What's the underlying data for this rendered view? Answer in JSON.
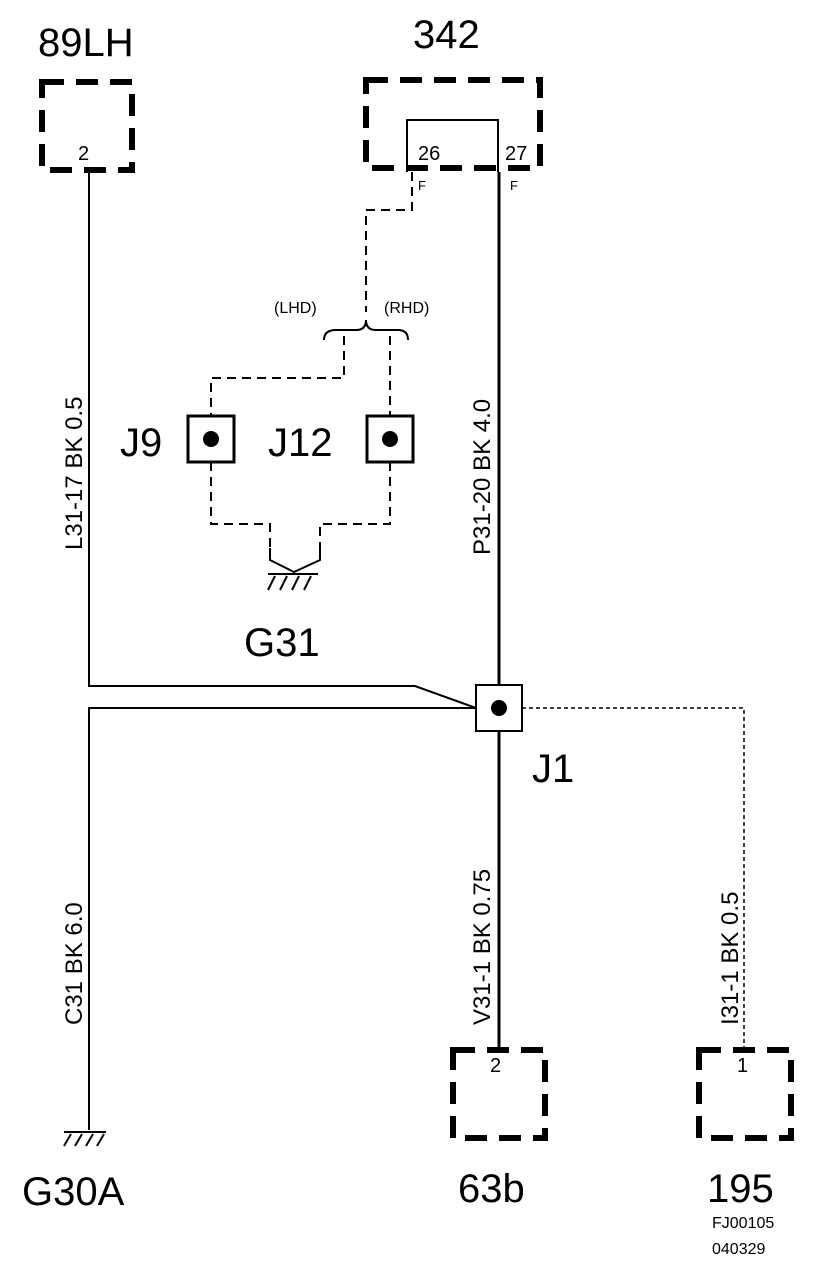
{
  "connectors": {
    "c89lh": {
      "id": "89LH",
      "pin": "2"
    },
    "c342": {
      "id": "342",
      "pin_a": "26",
      "pin_b": "27",
      "flag_a": "F",
      "flag_b": "F"
    },
    "c63b": {
      "id": "63b",
      "pin": "2"
    },
    "c195": {
      "id": "195",
      "pin": "1"
    }
  },
  "splices": {
    "j9": "J9",
    "j12": "J12",
    "j1": "J1"
  },
  "grounds": {
    "g31": "G31",
    "g30a": "G30A"
  },
  "variants": {
    "lhd": "(LHD)",
    "rhd": "(RHD)"
  },
  "wires": {
    "l31": "L31-17  BK  0.5",
    "p31": "P31-20  BK  4.0",
    "c31": "C31 BK 6.0",
    "v31": "V31-1  BK 0.75",
    "i31": "I31-1 BK  0.5"
  },
  "footer": {
    "code1": "FJ00105",
    "code2": "040329"
  }
}
